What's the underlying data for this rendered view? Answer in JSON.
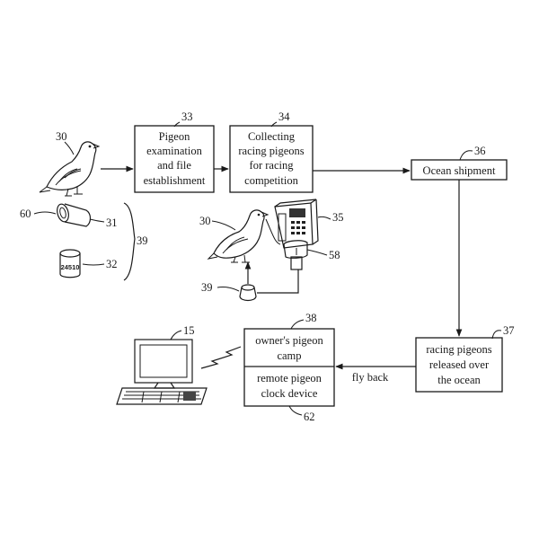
{
  "boxes": {
    "pigeon_exam": {
      "lines": [
        "Pigeon",
        "examination",
        "and file",
        "establishment"
      ],
      "ref": "33"
    },
    "collecting": {
      "lines": [
        "Collecting",
        "racing pigeons",
        "for racing",
        "competition"
      ],
      "ref": "34"
    },
    "ocean_shipment": {
      "lines": [
        "Ocean shipment"
      ],
      "ref": "36"
    },
    "released": {
      "lines": [
        "racing pigeons",
        "released over",
        "the ocean"
      ],
      "ref": "37"
    },
    "camp": {
      "lines": [
        "owner's pigeon",
        "camp"
      ],
      "ref": "38"
    },
    "clock": {
      "lines": [
        "remote pigeon",
        "clock device"
      ],
      "ref": "62"
    }
  },
  "labels": {
    "fly_back": "fly back",
    "ring_text": "24510"
  },
  "refs": {
    "pigeon_top": "30",
    "pigeon_mid": "30",
    "ring_holder": "60",
    "ring_a": "31",
    "ring_b": "32",
    "ring_group": "39",
    "ring_lower": "39",
    "clock_device": "35",
    "reader": "58",
    "computer": "15"
  }
}
